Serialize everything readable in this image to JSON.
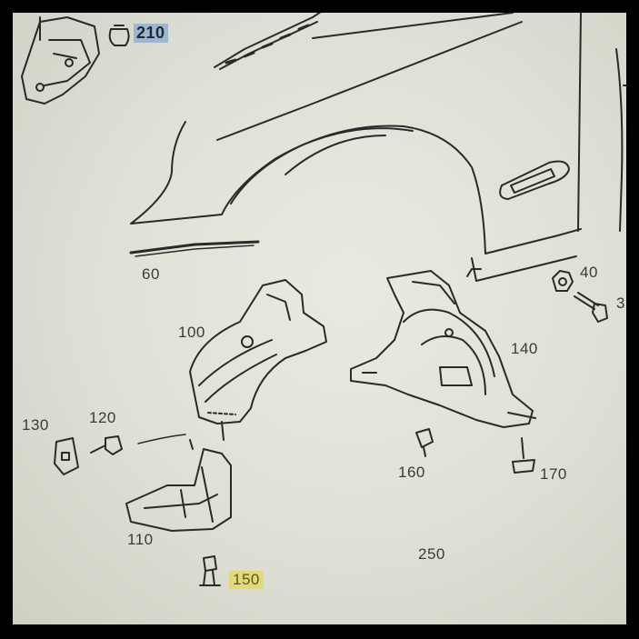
{
  "callouts": {
    "c210": "210",
    "c60": "60",
    "c40": "40",
    "c3": "3",
    "c100": "100",
    "c140": "140",
    "c130": "130",
    "c120": "120",
    "c160": "160",
    "c170": "170",
    "c110": "110",
    "c250": "250",
    "c150": "150"
  },
  "colors": {
    "line": "#2a2a2a",
    "paper": "#e4e5da",
    "highlight_blue": "#9eb6cf",
    "highlight_yellow": "#e3d978"
  }
}
